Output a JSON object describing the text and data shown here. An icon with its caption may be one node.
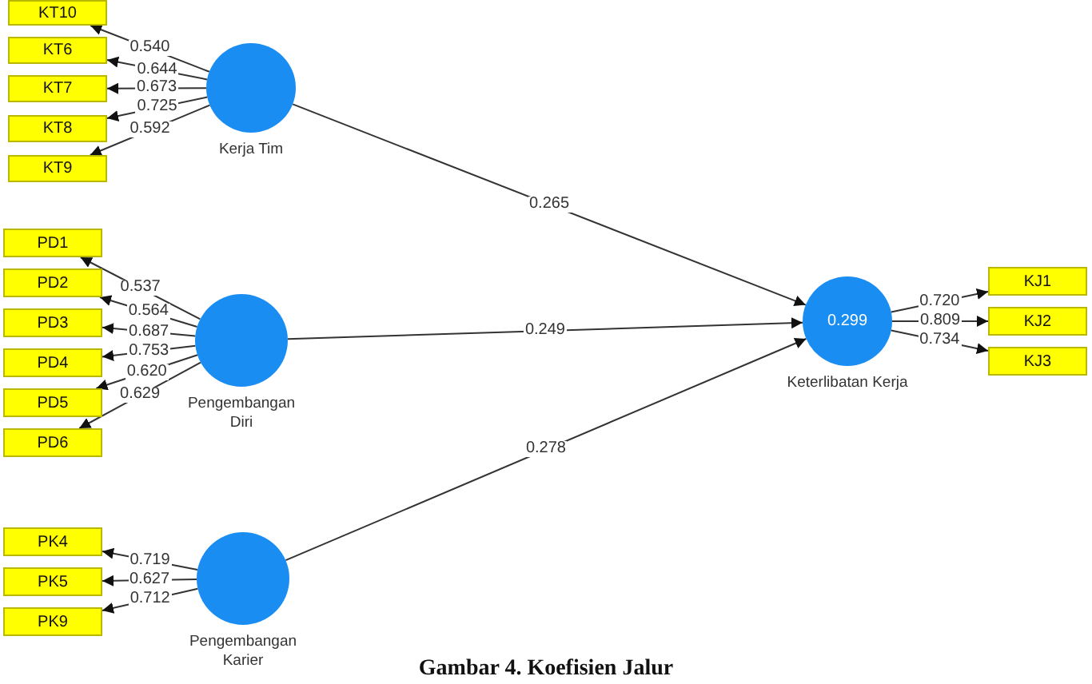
{
  "diagram": {
    "caption": "Gambar 4. Koefisien Jalur",
    "nodes": [
      {
        "text": [
          "KT10"
        ]
      },
      {
        "text": [
          "KT6"
        ]
      },
      {
        "text": [
          "KT7"
        ]
      },
      {
        "text": [
          "KT8"
        ]
      },
      {
        "text": [
          "KT9"
        ]
      },
      {
        "text": [
          "Kerja Tim"
        ]
      },
      {
        "text": [
          "PD1"
        ]
      },
      {
        "text": [
          "PD2"
        ]
      },
      {
        "text": [
          "PD3"
        ]
      },
      {
        "text": [
          "PD4"
        ]
      },
      {
        "text": [
          "PD5"
        ]
      },
      {
        "text": [
          "PD6"
        ]
      },
      {
        "text": [
          "Pengembangan Diri"
        ]
      },
      {
        "text": [
          "PK4"
        ]
      },
      {
        "text": [
          "PK5"
        ]
      },
      {
        "text": [
          "PK9"
        ]
      },
      {
        "text": [
          "Pengembangan Karier"
        ]
      },
      {
        "text": [
          "0.299",
          "Keterlibatan Kerja"
        ]
      },
      {
        "text": [
          "KJ1"
        ]
      },
      {
        "text": [
          "KJ2"
        ]
      },
      {
        "text": [
          "KJ3"
        ]
      }
    ],
    "edges": [
      {
        "from": 5,
        "to": 0,
        "arrow": "to",
        "label": "0.540"
      },
      {
        "from": 5,
        "to": 1,
        "arrow": "to",
        "label": "0.644"
      },
      {
        "from": 5,
        "to": 2,
        "arrow": "to",
        "label": "0.673"
      },
      {
        "from": 5,
        "to": 3,
        "arrow": "to",
        "label": "0.725"
      },
      {
        "from": 5,
        "to": 4,
        "arrow": "to",
        "label": "0.592"
      },
      {
        "from": 12,
        "to": 6,
        "arrow": "to",
        "label": "0.537"
      },
      {
        "from": 12,
        "to": 7,
        "arrow": "to",
        "label": "0.564"
      },
      {
        "from": 12,
        "to": 8,
        "arrow": "to",
        "label": "0.687"
      },
      {
        "from": 12,
        "to": 9,
        "arrow": "to",
        "label": "0.753"
      },
      {
        "from": 12,
        "to": 10,
        "arrow": "to",
        "label": "0.620"
      },
      {
        "from": 12,
        "to": 11,
        "arrow": "to",
        "label": "0.629"
      },
      {
        "from": 16,
        "to": 13,
        "arrow": "to",
        "label": "0.719"
      },
      {
        "from": 16,
        "to": 14,
        "arrow": "to",
        "label": "0.627"
      },
      {
        "from": 16,
        "to": 15,
        "arrow": "to",
        "label": "0.712"
      },
      {
        "from": 5,
        "to": 17,
        "arrow": "to",
        "label": "0.265"
      },
      {
        "from": 12,
        "to": 17,
        "arrow": "to",
        "label": "0.249"
      },
      {
        "from": 16,
        "to": 17,
        "arrow": "to",
        "label": "0.278"
      },
      {
        "from": 17,
        "to": 18,
        "arrow": "to",
        "label": "0.720"
      },
      {
        "from": 17,
        "to": 19,
        "arrow": "to",
        "label": "0.809"
      },
      {
        "from": 17,
        "to": 20,
        "arrow": "to",
        "label": "0.734"
      }
    ]
  }
}
